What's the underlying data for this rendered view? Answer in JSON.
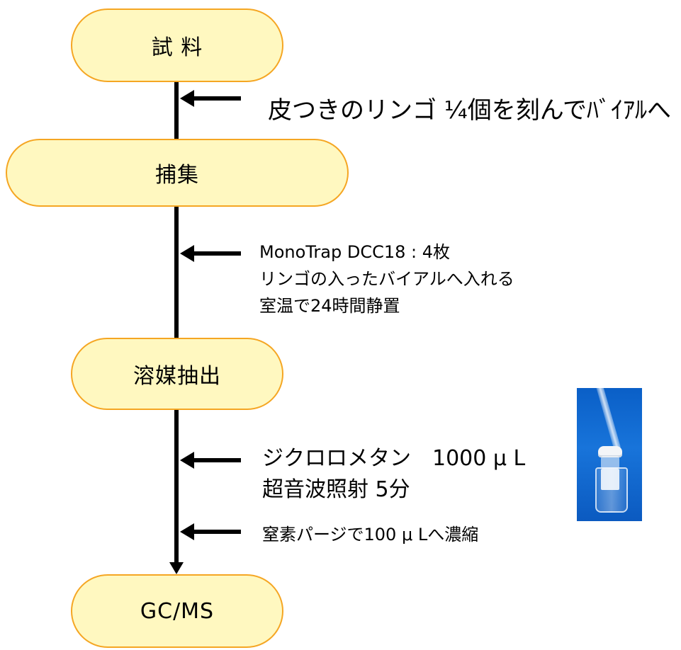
{
  "nodes": [
    {
      "label": "試 料"
    },
    {
      "label": "捕集"
    },
    {
      "label": "溶媒抽出"
    },
    {
      "label": "GC/MS"
    }
  ],
  "notes": [
    {
      "lines": [
        "皮つきのリンゴ ¼個を刻んでﾊﾞｲｱﾙへ"
      ]
    },
    {
      "lines": [
        "MonoTrap DCC18 : 4枚",
        "リンゴの入ったバイアルへ入れる",
        "室温で24時間静置"
      ]
    },
    {
      "lines": [
        "ジクロロメタン　1000 μ L",
        "超音波照射 5分"
      ]
    },
    {
      "lines": [
        "窒素パージで100 μ Lへ濃縮"
      ]
    }
  ],
  "colors": {
    "node_fill": "#fff8c0",
    "node_border": "#f5a623",
    "arrow": "#000000",
    "photo_background": "#1874da"
  },
  "icons": {
    "photo": "vial-with-pipette-photo"
  }
}
